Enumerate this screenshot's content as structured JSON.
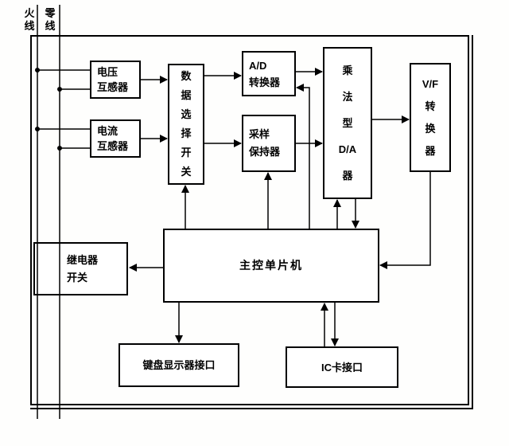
{
  "page": {
    "background": "#ffffff",
    "ink": "#000000"
  },
  "wire_labels": {
    "live": "火\n线",
    "neutral": "零\n线"
  },
  "blocks": {
    "voltage_transformer": "电压\n互感器",
    "current_transformer": "电流\n互感器",
    "data_selector": "数\n据\n选\n择\n开\n关",
    "ad_converter": "A/D\n转换器",
    "sample_hold": "采样\n保持器",
    "multiplying_da": "乘\n法\n型\nD/A\n器",
    "vf_converter": "V/F\n转\n换\n器",
    "mcu": "主控单片机",
    "relay_switch": "继电器\n开关",
    "keyboard_display_interface": "键盘显示器接口",
    "ic_card_interface": "IC卡接口"
  },
  "connections": [
    {
      "from": "火线",
      "to": "电压互感器"
    },
    {
      "from": "零线",
      "to": "电压互感器"
    },
    {
      "from": "火线",
      "to": "电流互感器"
    },
    {
      "from": "零线",
      "to": "电流互感器"
    },
    {
      "from": "电压互感器",
      "to": "数据选择开关"
    },
    {
      "from": "电流互感器",
      "to": "数据选择开关"
    },
    {
      "from": "数据选择开关",
      "to": "A/D转换器"
    },
    {
      "from": "数据选择开关",
      "to": "采样保持器"
    },
    {
      "from": "A/D转换器",
      "to": "乘法型D/A器"
    },
    {
      "from": "采样保持器",
      "to": "乘法型D/A器"
    },
    {
      "from": "乘法型D/A器",
      "to": "V/F转换器"
    },
    {
      "from": "V/F转换器",
      "to": "主控单片机"
    },
    {
      "from": "主控单片机",
      "to": "继电器开关"
    },
    {
      "from": "主控单片机",
      "to": "数据选择开关"
    },
    {
      "from": "主控单片机",
      "to": "采样保持器"
    },
    {
      "from": "主控单片机",
      "to": "A/D转换器"
    },
    {
      "from": "主控单片机",
      "to": "乘法型D/A器"
    },
    {
      "from": "乘法型D/A器",
      "to": "主控单片机"
    },
    {
      "from": "主控单片机",
      "to": "键盘显示器接口"
    },
    {
      "from": "主控单片机",
      "to": "IC卡接口"
    },
    {
      "from": "IC卡接口",
      "to": "主控单片机"
    }
  ]
}
